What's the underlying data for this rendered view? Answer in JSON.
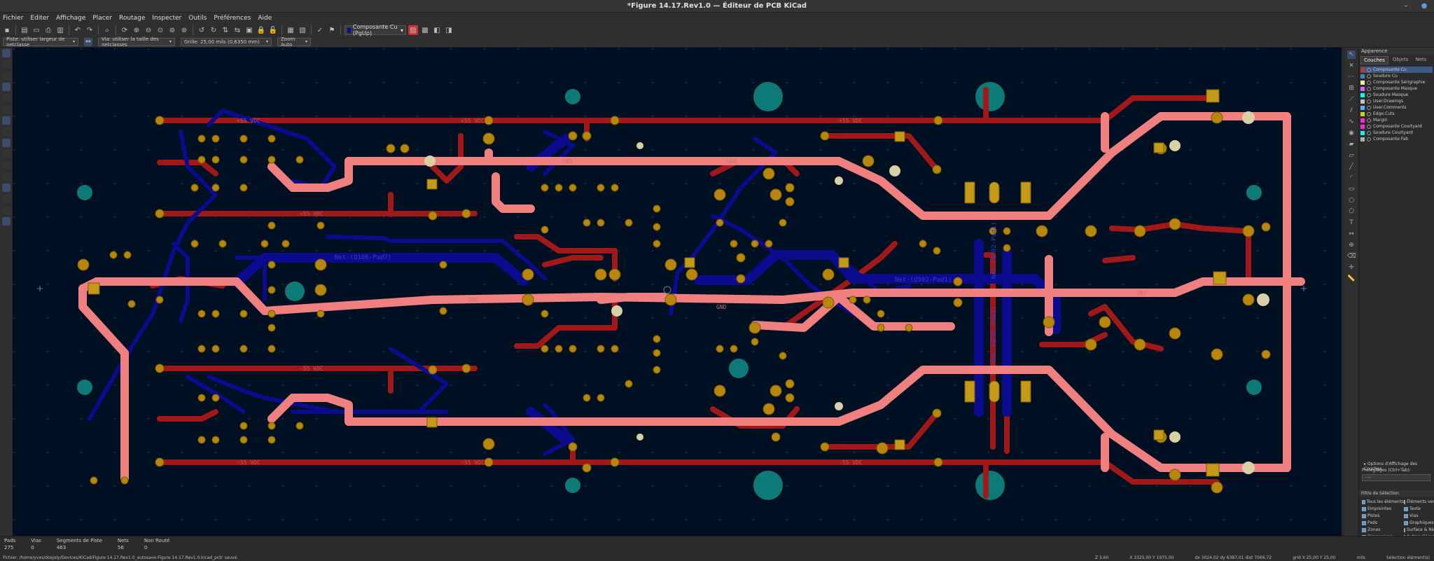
{
  "window": {
    "title": "*Figure 14.17.Rev1.0 — Éditeur de PCB KiCad"
  },
  "menu": [
    "Fichier",
    "Editer",
    "Affichage",
    "Placer",
    "Routage",
    "Inspecter",
    "Outils",
    "Préférences",
    "Aide"
  ],
  "toolbar": {
    "active_layer": "Composante Cu (PgUp)"
  },
  "toolbar2": {
    "track_width": "Piste: utiliser largeur de netclasse",
    "via_size": "Via: utiliser la taille des netclasses",
    "grid": "Grille: 25,00 mils (0,6350 mm)",
    "zoom": "Zoom Auto"
  },
  "board": {
    "net_labels_pos": [
      "+55 VDC",
      "+55 VDC",
      "+55 VDC",
      "+55 VDC"
    ],
    "net_labels_neg": [
      "-55 VDC",
      "-55 VDC",
      "-55 VDC",
      "-55 VDC"
    ],
    "gnd": "GND",
    "net_q106": "Net-(Q106-Pad7)",
    "net_q502": "Net-(Q502-Pad1)",
    "net_q502_v": "Net-(Q502-Pad1)"
  },
  "appearance": {
    "header": "Apparence",
    "tabs": [
      "Couches",
      "Objets",
      "Nets"
    ],
    "layers": [
      {
        "name": "Composante Cu",
        "color": "#c83434",
        "selected": true
      },
      {
        "name": "Soudure Cu",
        "color": "#4d7fc4"
      },
      {
        "name": "Composante Sérigraphie",
        "color": "#f2eda1"
      },
      {
        "name": "Composante Masque",
        "color": "#d864ff"
      },
      {
        "name": "Soudure Masque",
        "color": "#02ffee"
      },
      {
        "name": "User.Drawings",
        "color": "#c2c2c2"
      },
      {
        "name": "User.Comments",
        "color": "#59b2ff"
      },
      {
        "name": "Edge.Cuts",
        "color": "#d0d210"
      },
      {
        "name": "Margin",
        "color": "#ff26e2"
      },
      {
        "name": "Composante Courtyard",
        "color": "#ff26e2"
      },
      {
        "name": "Soudure Courtyard",
        "color": "#1aebec"
      },
      {
        "name": "Composante Fab",
        "color": "#afafaf"
      }
    ],
    "options_link": "Options d'Affichage des Couches",
    "presets_label": "Préréglages (Ctrl+Tab):",
    "presets_value": "----"
  },
  "selection_filter": {
    "header": "Filtre de Sélection",
    "items": [
      "Tous les éléments",
      "Éléments verrouillés",
      "Empreintes",
      "Texte",
      "Pistes",
      "Vias",
      "Pads",
      "Graphiques",
      "Zones",
      "Surface & Règles",
      "Dimensions",
      "Autres éléments"
    ]
  },
  "message_panel": [
    {
      "label": "Pads",
      "value": "275"
    },
    {
      "label": "Vias",
      "value": "0"
    },
    {
      "label": "Segments de Piste",
      "value": "463"
    },
    {
      "label": "Nets",
      "value": "56"
    },
    {
      "label": "Non Routé",
      "value": "0"
    }
  ],
  "status": {
    "file": "Fichier: /home/yves/dosjoly/Devices/KiCad/Figure 14.17.Rev1.0_autosave-Figure 14.17.Rev1.0.kicad_pcb' sauvé.",
    "zoom": "Z 3,60",
    "xy": "X 3325,00  Y 1975,00",
    "delta": "dx 3024,02  dy 6387,01  dist 7066,72",
    "grid": "grid X 25,00  Y 25,00",
    "units": "mils",
    "selection": "Sélection élément(s)"
  }
}
